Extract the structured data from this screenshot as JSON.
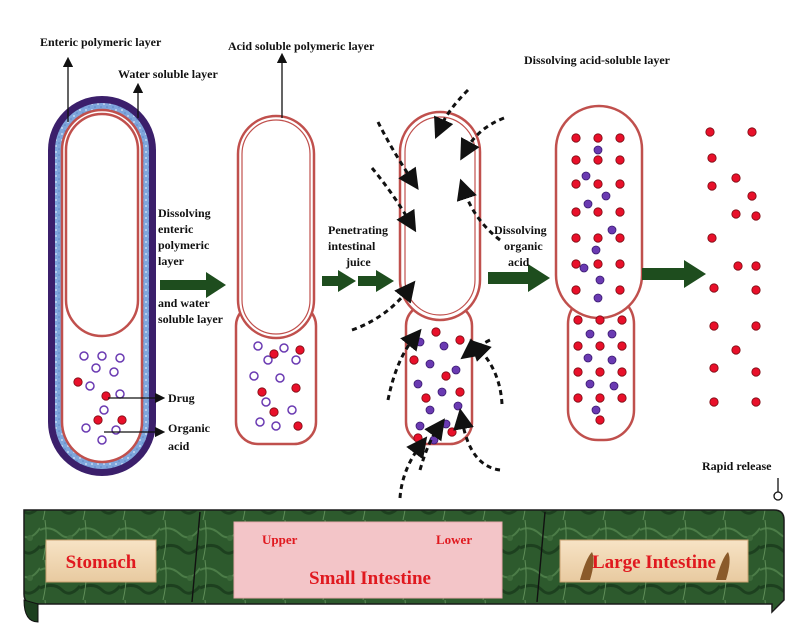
{
  "labels": {
    "enteric_layer": "Enteric polymeric layer",
    "water_layer": "Water soluble layer",
    "acid_layer": "Acid soluble polymeric layer",
    "dissolving_acid_layer": "Dissolving acid-soluble layer",
    "step1": [
      "Dissolving",
      "enteric",
      "polymeric",
      "layer"
    ],
    "step1b": [
      "and water",
      "soluble layer"
    ],
    "step2": [
      "Penetrating",
      "intestinal",
      "juice"
    ],
    "step3": [
      "Dissolving",
      "organic",
      "acid"
    ],
    "drug": "Drug",
    "organic_acid": [
      "Organic",
      "acid"
    ],
    "rapid_release": "Rapid release"
  },
  "zones": {
    "stomach": "Stomach",
    "small_intestine": "Small Intestine",
    "upper": "Upper",
    "lower": "Lower",
    "large_intestine": "Large Intestine"
  },
  "colors": {
    "capsule_outline": "#c0504d",
    "enteric_coat": "#3b1f6b",
    "water_coat": "#8fb4e3",
    "drug": "#e8102a",
    "organic_acid": "#6a3ab2",
    "arrow": "#1e4d1e",
    "zone_text": "#e0191f"
  }
}
